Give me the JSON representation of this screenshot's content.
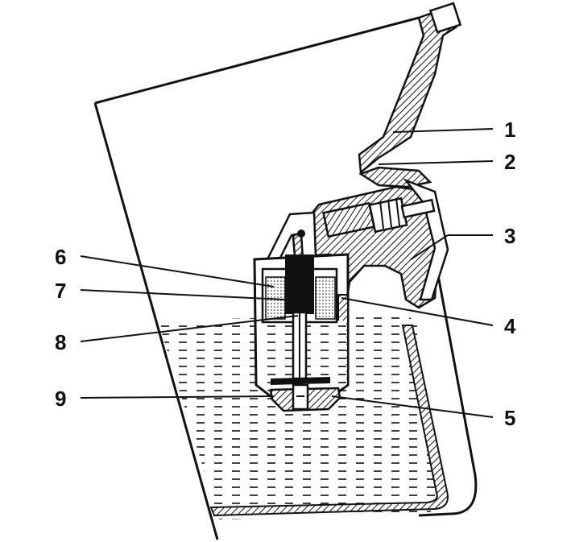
{
  "diagram": {
    "callouts": [
      {
        "id": "1",
        "label": "1"
      },
      {
        "id": "2",
        "label": "2"
      },
      {
        "id": "3",
        "label": "3"
      },
      {
        "id": "4",
        "label": "4"
      },
      {
        "id": "5",
        "label": "5"
      },
      {
        "id": "6",
        "label": "6"
      },
      {
        "id": "7",
        "label": "7"
      },
      {
        "id": "8",
        "label": "8"
      },
      {
        "id": "9",
        "label": "9"
      }
    ],
    "colors": {
      "ink": "#111111",
      "paper": "#ffffff",
      "hatch": "#111111",
      "liquid_dash": "#111111"
    }
  }
}
